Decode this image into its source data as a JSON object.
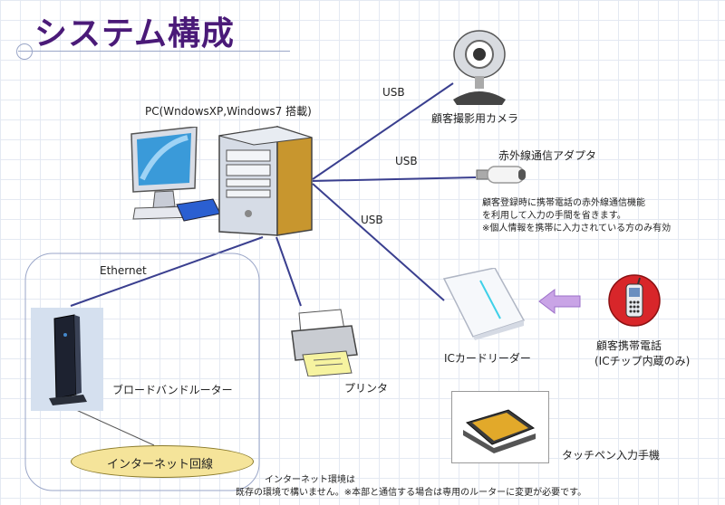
{
  "title": "システム構成",
  "pc": {
    "label": "PC(WndowsXP,Windows7 搭載)"
  },
  "links": {
    "usb_top": "USB",
    "usb_mid": "USB",
    "usb_low": "USB",
    "ethernet": "Ethernet"
  },
  "camera": {
    "label": "顧客撮影用カメラ"
  },
  "ir_adapter": {
    "label": "赤外線通信アダプタ",
    "note_lines": [
      "顧客登録時に携帯電話の赤外線通信機能",
      "を利用して入力の手間を省きます。",
      "※個人情報を携帯に入力されている方のみ有効"
    ]
  },
  "ic_reader": {
    "label": "ICカードリーダー"
  },
  "phone": {
    "label_lines": [
      "顧客携帯電話",
      "(ICチップ内蔵のみ)"
    ]
  },
  "printer": {
    "label": "プリンタ"
  },
  "router": {
    "label": "ブロードバンドルーター"
  },
  "internet": {
    "label": "インターネット回線"
  },
  "touchpen": {
    "label": "タッチペン入力手機"
  },
  "footer": {
    "lines": [
      "インターネット環境は",
      "既存の環境で構いません。※本部と通信する場合は専用のルーターに変更が必要です。"
    ]
  },
  "colors": {
    "title": "#4a1a78",
    "line": "#3a3f8f",
    "arrow": "#c9a4e6",
    "ellipse": "#f5e49a"
  }
}
